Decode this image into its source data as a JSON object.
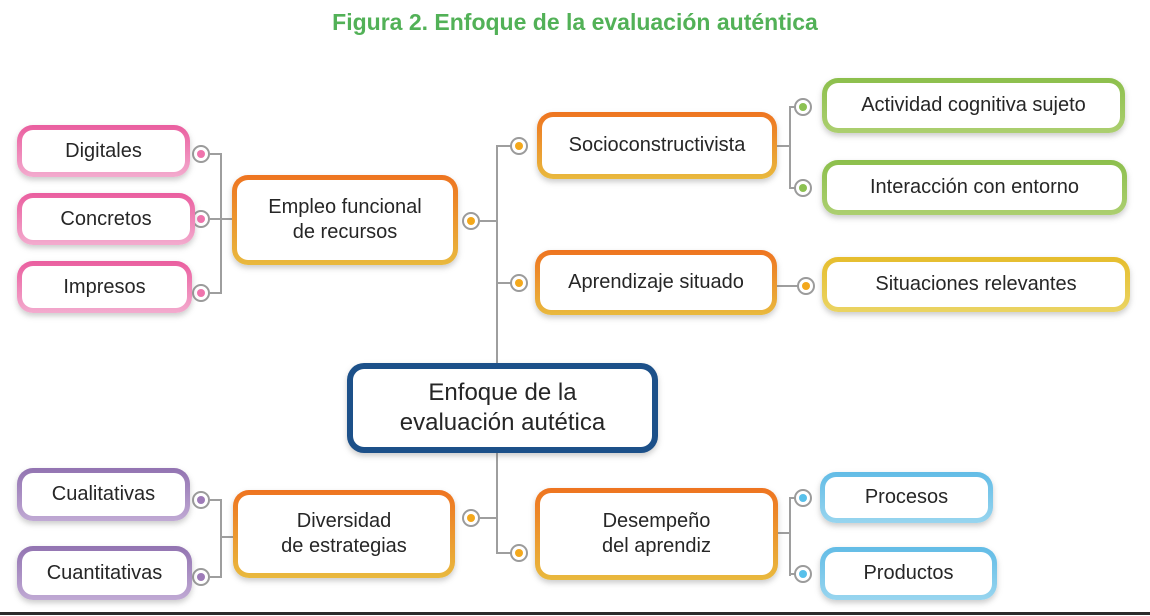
{
  "title": "Figura 2. Enfoque de la evaluación auténtica",
  "diagram": {
    "center": {
      "label": "Enfoque de la\nevaluación autética"
    },
    "branches": {
      "recursos": {
        "label": "Empleo funcional\nde recursos",
        "children": {
          "digitales": {
            "label": "Digitales"
          },
          "concretos": {
            "label": "Concretos"
          },
          "impresos": {
            "label": "Impresos"
          }
        }
      },
      "socioconstructivista": {
        "label": "Socioconstructivista",
        "children": {
          "actividad": {
            "label": "Actividad cognitiva sujeto"
          },
          "interaccion": {
            "label": "Interacción con entorno"
          }
        }
      },
      "aprendizaje": {
        "label": "Aprendizaje situado",
        "children": {
          "situaciones": {
            "label": "Situaciones relevantes"
          }
        }
      },
      "estrategias": {
        "label": "Diversidad\nde estrategias",
        "children": {
          "cualitativas": {
            "label": "Cualitativas"
          },
          "cuantitativas": {
            "label": "Cuantitativas"
          }
        }
      },
      "desempeno": {
        "label": "Desempeño\ndel aprendiz",
        "children": {
          "procesos": {
            "label": "Procesos"
          },
          "productos": {
            "label": "Productos"
          }
        }
      }
    }
  },
  "colors": {
    "title_green": "#52b157",
    "center_navy": "#1c5089",
    "branch_orange": "#ee7420",
    "pink": "#ea5e9f",
    "green": "#8cbf4c",
    "gold": "#e6bd2d",
    "purple": "#9273b1",
    "light_blue": "#62bce6",
    "connector_gray": "#9b9b9b",
    "dot_amber": "#f3a81c"
  }
}
